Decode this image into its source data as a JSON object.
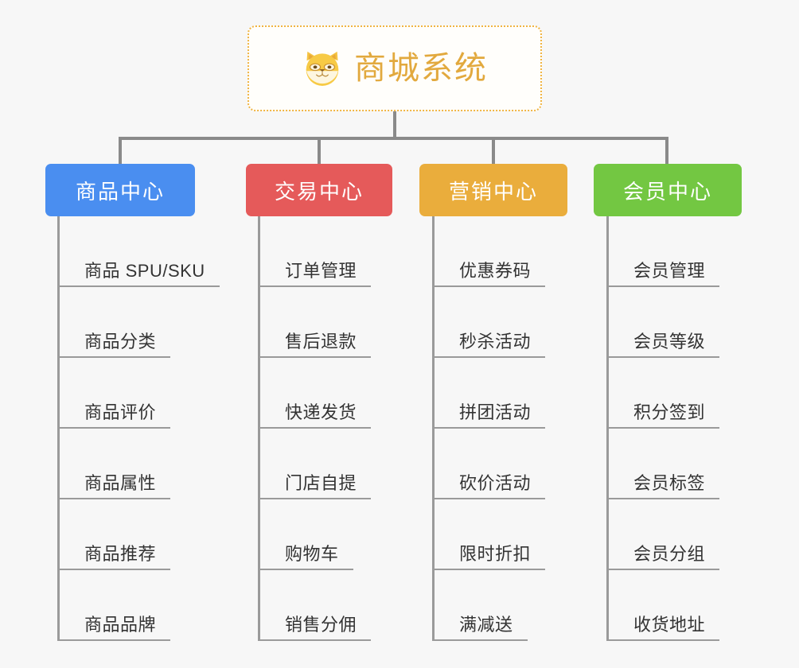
{
  "diagram": {
    "type": "org-chart",
    "background_color": "#f7f7f7",
    "root": {
      "title": "商城系统",
      "icon": "shiba-dog-face-icon",
      "text_color": "#e2a93e",
      "border_color": "#f0b442",
      "border_style": "dotted"
    },
    "branches": [
      {
        "label": "商品中心",
        "color": "#4a8ef0",
        "items": [
          "商品 SPU/SKU",
          "商品分类",
          "商品评价",
          "商品属性",
          "商品推荐",
          "商品品牌"
        ]
      },
      {
        "label": "交易中心",
        "color": "#e55a5a",
        "items": [
          "订单管理",
          "售后退款",
          "快递发货",
          "门店自提",
          "购物车",
          "销售分佣"
        ]
      },
      {
        "label": "营销中心",
        "color": "#eaad3c",
        "items": [
          "优惠券码",
          "秒杀活动",
          "拼团活动",
          "砍价活动",
          "限时折扣",
          "满减送"
        ]
      },
      {
        "label": "会员中心",
        "color": "#73c742",
        "items": [
          "会员管理",
          "会员等级",
          "积分签到",
          "会员标签",
          "会员分组",
          "收货地址"
        ]
      }
    ]
  }
}
